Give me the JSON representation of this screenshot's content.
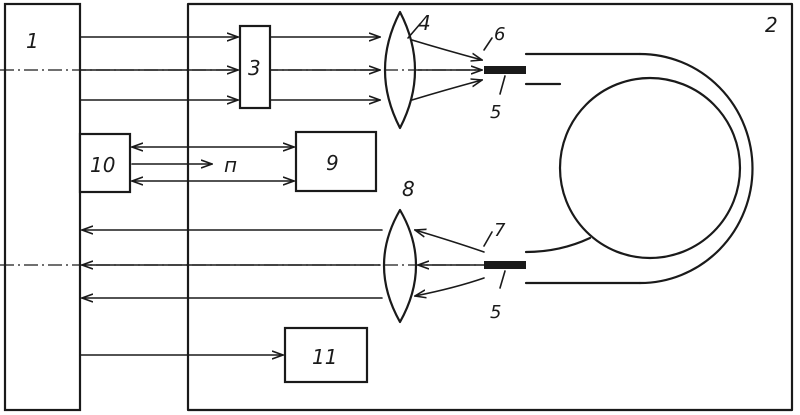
{
  "labels": {
    "block1": "1",
    "housing2": "2",
    "modulator3": "3",
    "lens4": "4",
    "fiber_end5_top": "5",
    "fiber_end5_bottom": "5",
    "fiber_tip6": "6",
    "fiber_tip7": "7",
    "lens8": "8",
    "block9": "9",
    "block10": "10",
    "block11": "11",
    "link_n": "п"
  }
}
